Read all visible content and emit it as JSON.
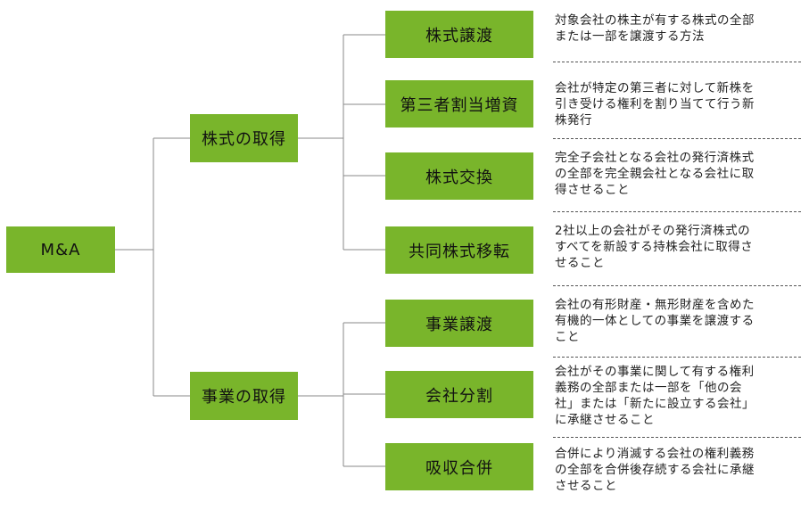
{
  "root": "M&A",
  "groups": [
    {
      "label": "株式の取得",
      "items": [
        {
          "label": "株式譲渡",
          "desc": "対象会社の株主が有する株式の全部\nまたは一部を譲渡する方法"
        },
        {
          "label": "第三者割当増資",
          "desc": "会社が特定の第三者に対して新株を\n引き受ける権利を割り当てて行う新\n株発行"
        },
        {
          "label": "株式交換",
          "desc": "完全子会社となる会社の発行済株式\nの全部を完全親会社となる会社に取\n得させること"
        },
        {
          "label": "共同株式移転",
          "desc": "2社以上の会社がその発行済株式の\nすべてを新設する持株会社に取得さ\nせること"
        }
      ]
    },
    {
      "label": "事業の取得",
      "items": [
        {
          "label": "事業譲渡",
          "desc": "会社の有形財産・無形財産を含めた\n有機的一体としての事業を譲渡する\nこと"
        },
        {
          "label": "会社分割",
          "desc": "会社がその事業に関して有する権利\n義務の全部または一部を「他の会\n社」または「新たに設立する会社」\nに承継させること"
        },
        {
          "label": "吸収合併",
          "desc": "合併により消滅する会社の権利義務\nの全部を合併後存続する会社に承継\nさせること"
        }
      ]
    }
  ]
}
